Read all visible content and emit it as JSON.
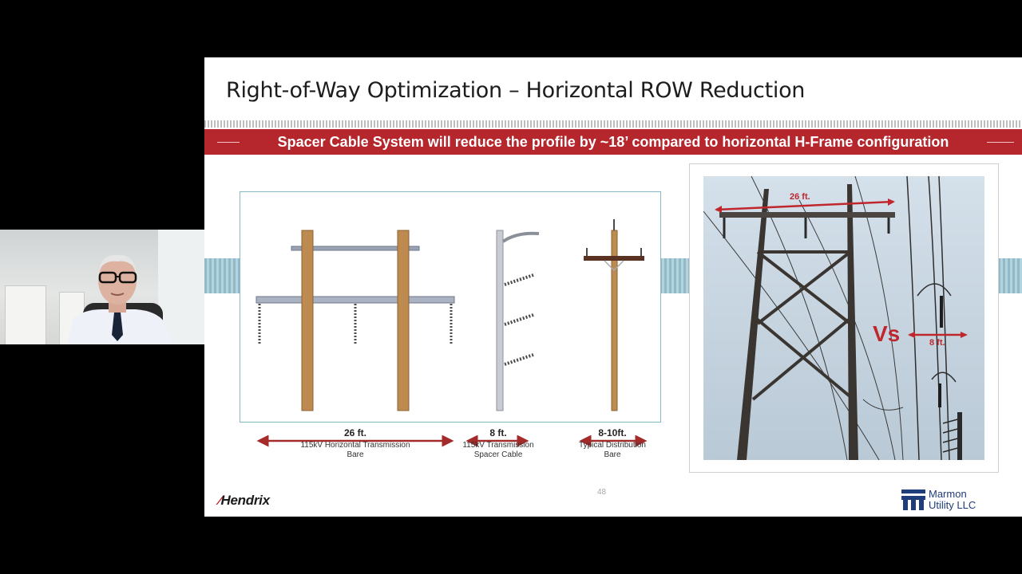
{
  "slide": {
    "title": "Right-of-Way Optimization – Horizontal ROW Reduction",
    "banner": "Spacer Cable System will reduce the profile by ~18’ compared to horizontal H-Frame configuration",
    "page_number": "48"
  },
  "diagram": {
    "items": [
      {
        "dimension": "26 ft.",
        "caption_line1": "115kV Horizontal Transmission",
        "caption_line2": "Bare"
      },
      {
        "dimension": "8 ft.",
        "caption_line1": "115kV Transmission",
        "caption_line2": "Spacer Cable"
      },
      {
        "dimension": "8-10ft.",
        "caption_line1": "Typical Distribution",
        "caption_line2": "Bare"
      }
    ]
  },
  "photo": {
    "label_top": "26 ft.",
    "label_vs": "Vs",
    "label_right": "8 ft."
  },
  "logos": {
    "hendrix": "Hendrix",
    "marmon_line1": "Marmon",
    "marmon_line2": "Utility LLC"
  },
  "colors": {
    "banner_red": "#b5272d",
    "dimension_arrow": "#a52a2a",
    "wood_pole": "#b8864b",
    "teal_frame": "#86b9c8"
  }
}
